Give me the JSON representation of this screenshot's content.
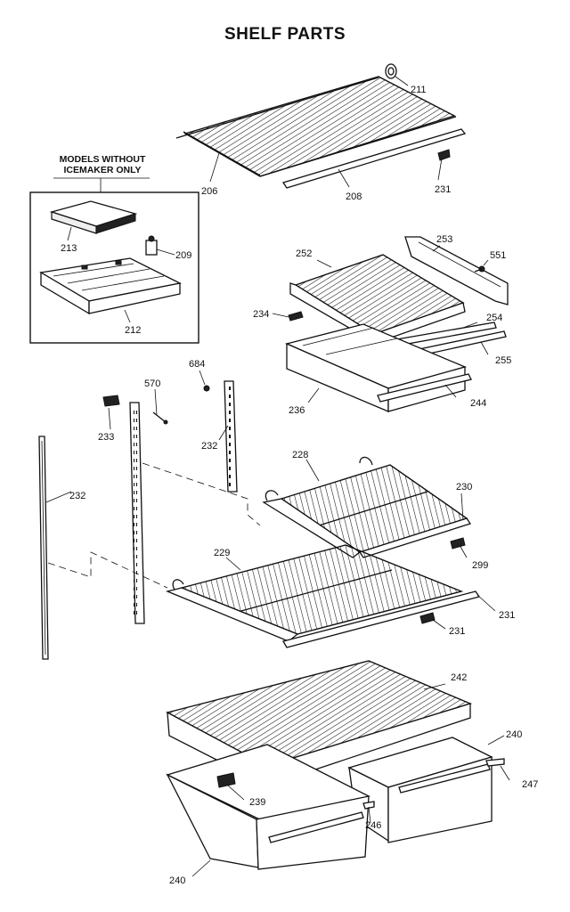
{
  "title": "SHELF PARTS",
  "note": {
    "line1": "MODELS WITHOUT",
    "line2": "ICEMAKER ONLY"
  },
  "callouts": {
    "c211": "211",
    "c206": "206",
    "c208": "208",
    "c231a": "231",
    "c213": "213",
    "c209": "209",
    "c212": "212",
    "c252": "252",
    "c253": "253",
    "c551": "551",
    "c234": "234",
    "c254": "254",
    "c255": "255",
    "c236": "236",
    "c244": "244",
    "c684": "684",
    "c570": "570",
    "c233": "233",
    "c232a": "232",
    "c232b": "232",
    "c228": "228",
    "c230": "230",
    "c299": "299",
    "c229": "229",
    "c231b": "231",
    "c231c": "231",
    "c242": "242",
    "c240a": "240",
    "c247": "247",
    "c239": "239",
    "c246": "246",
    "c240b": "240"
  }
}
